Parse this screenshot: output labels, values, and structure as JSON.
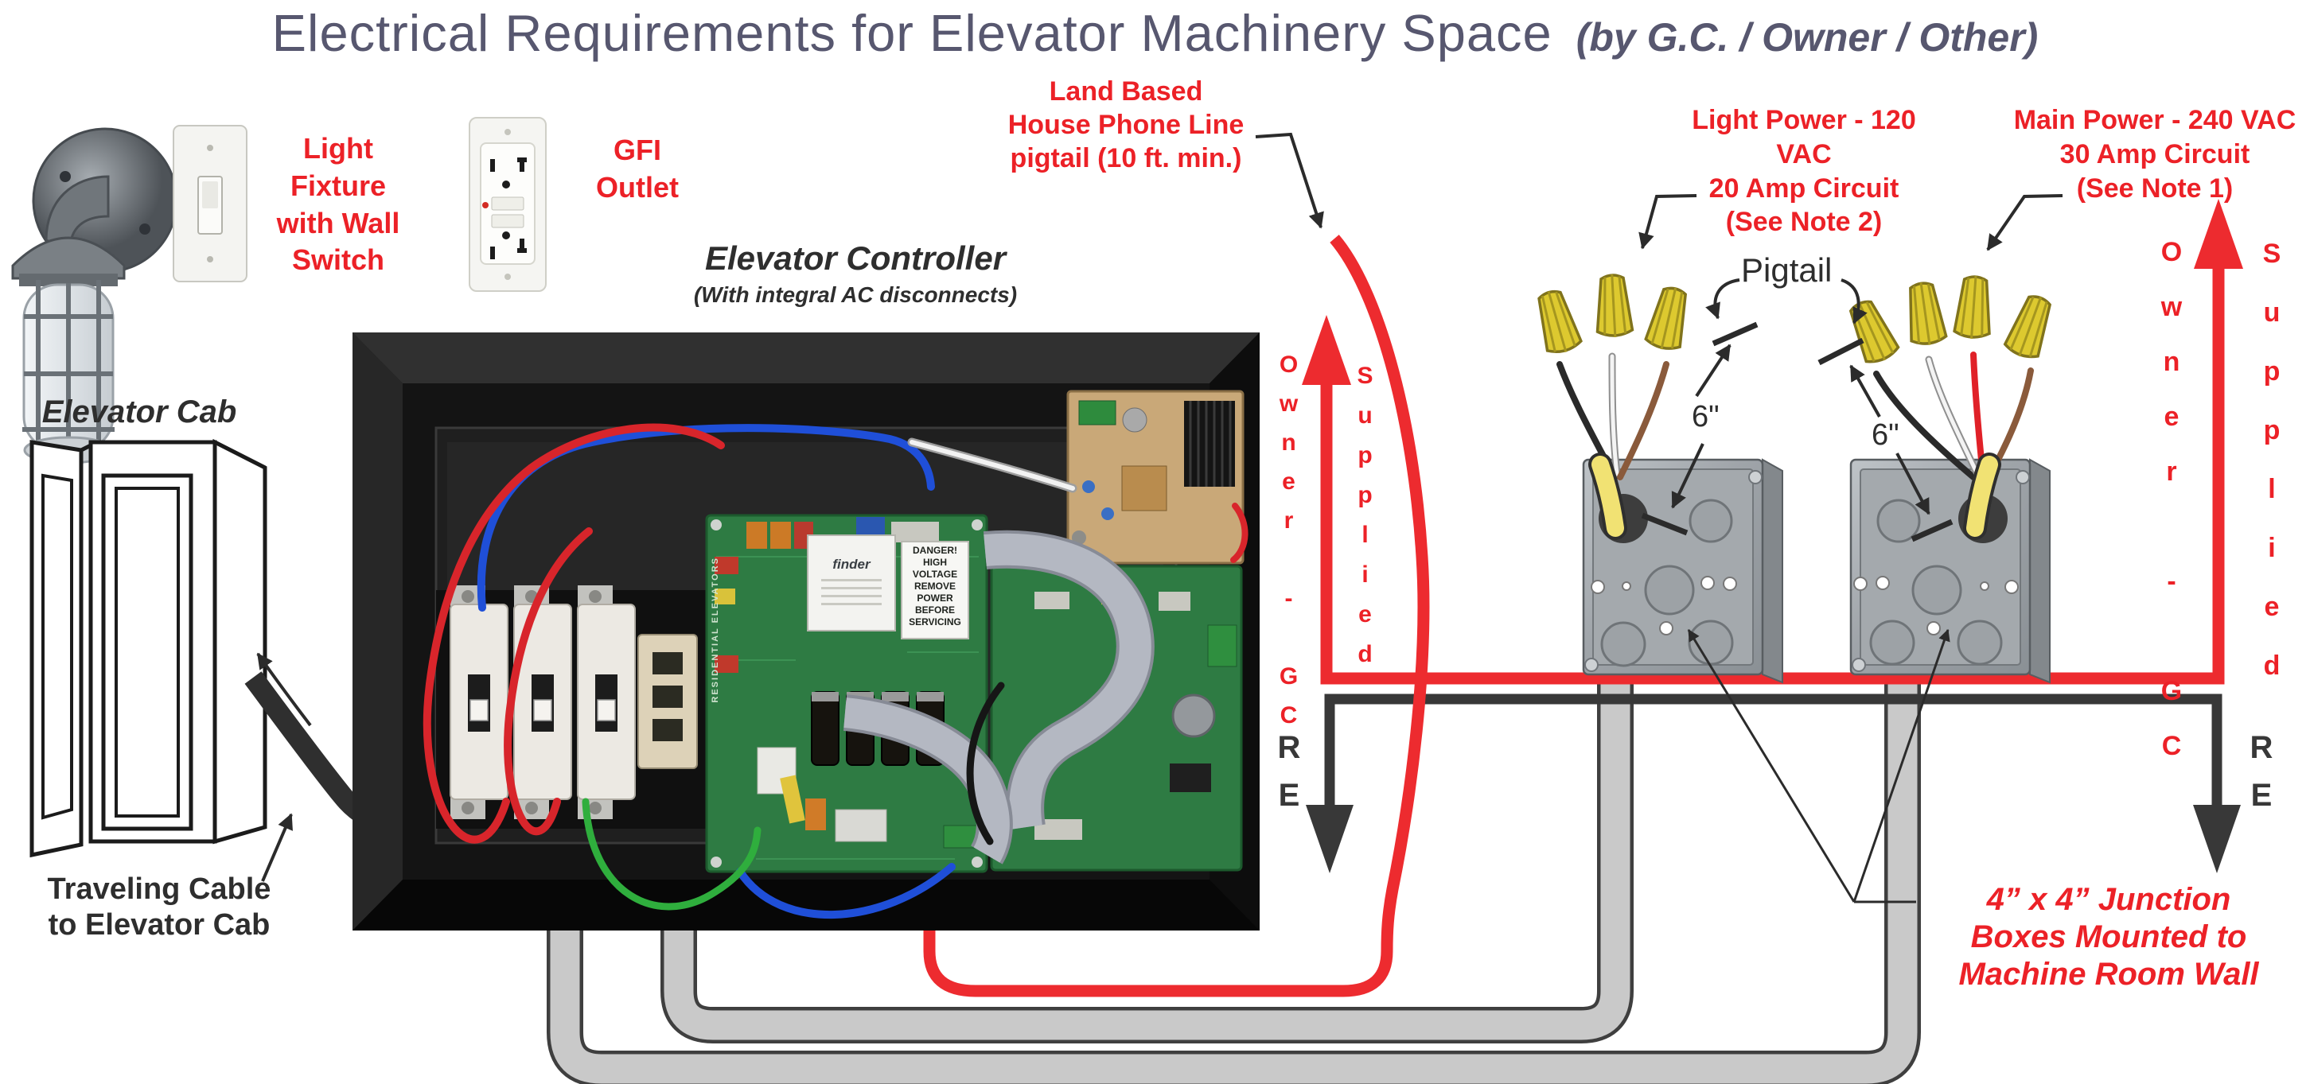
{
  "title": {
    "main": "Electrical Requirements for Elevator Machinery Space",
    "byline": "(by G.C. / Owner / Other)"
  },
  "top_left": {
    "light_fixture_label": "Light\nFixture\nwith Wall\nSwitch",
    "gfi_label": "GFI\nOutlet"
  },
  "controller": {
    "title": "Elevator Controller",
    "subtitle": "(With integral AC disconnects)",
    "danger_label": "DANGER!\nHIGH\nVOLTAGE\nREMOVE\nPOWER\nBEFORE\nSERVICING",
    "relay_brand": "finder",
    "board_brand": "RESIDENTIAL ELEVATORS"
  },
  "cab": {
    "title": "Elevator Cab",
    "traveling_cable_label": "Traveling Cable\nto Elevator Cab"
  },
  "phone_label": "Land Based\nHouse Phone Line\npigtail (10 ft. min.)",
  "circuits": {
    "light": "Light Power - 120 VAC\n20 Amp Circuit\n(See Note 2)",
    "main": "Main Power - 240 VAC\n30 Amp Circuit\n(See Note 1)"
  },
  "pigtail": {
    "label": "Pigtail",
    "left_length": "6\"",
    "right_length": "6\""
  },
  "supply": {
    "owner_gc_left": "Owner - GC",
    "supplied_left": "Supplied",
    "owner_gc_right": "Owner - GC",
    "supplied_right": "Supplied",
    "required_left": "RE",
    "required_right": "RE"
  },
  "junction_label": "4” x 4” Junction\nBoxes Mounted to\nMachine Room Wall",
  "colors": {
    "label_red": "#ec2127",
    "line_red": "#ed2b2f",
    "title_color": "#57576f",
    "dark_text": "#2e2e2e",
    "conduit_grey": "#c9c9c9",
    "pcb_green": "#2e7b43",
    "wire_nut_yellow": "#ddc92f",
    "cable_sheath_yellow": "#f1e273"
  }
}
